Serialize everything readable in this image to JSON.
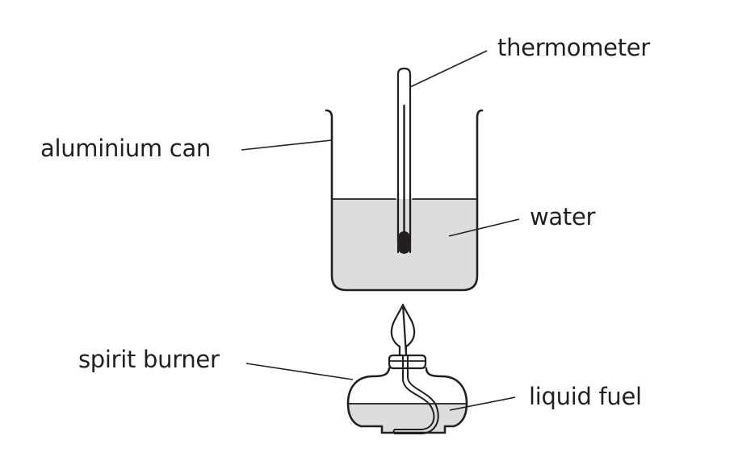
{
  "diagram": {
    "title": "",
    "labels": {
      "thermometer": "thermometer",
      "aluminium_can": "aluminium can",
      "water": "water",
      "spirit_burner": "spirit burner",
      "liquid_fuel": "liquid fuel"
    },
    "colors": {
      "line": "#231f20",
      "liquid_fill": "#dcdddf",
      "thermometer_bulb": "#231f20",
      "background": "#ffffff"
    }
  }
}
